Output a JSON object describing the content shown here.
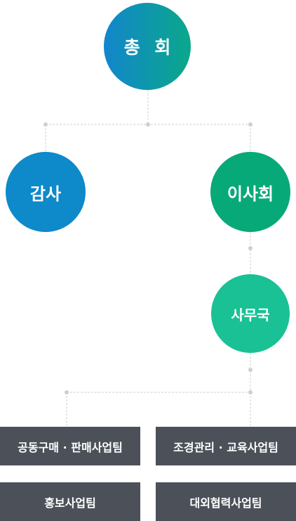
{
  "nodes": {
    "general_assembly": "총 회",
    "audit": "감사",
    "board": "이사회",
    "secretariat": "사무국"
  },
  "teams": [
    "공동구매 · 판매사업팀",
    "조경관리 · 교육사업팀",
    "홍보사업팀",
    "대외협력사업팀"
  ],
  "colors": {
    "assembly_gradient_start": "#1286cc",
    "assembly_gradient_end": "#0aa88a",
    "audit": "#0e89c9",
    "board": "#08a978",
    "secretariat": "#19c194",
    "team_box": "#4c5159",
    "connector": "#cccccc"
  }
}
